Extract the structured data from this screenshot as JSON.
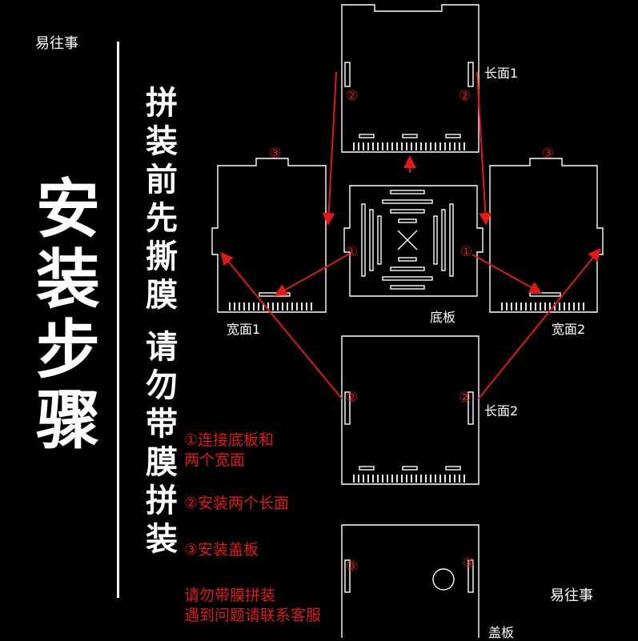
{
  "brand": "易往事",
  "title_chars": [
    "安",
    "装",
    "步",
    "骤"
  ],
  "notice_col1": [
    "拼",
    "装",
    "前",
    "先",
    "撕",
    "膜"
  ],
  "notice_col2": [
    "请",
    "勿",
    "带",
    "膜",
    "拼",
    "装"
  ],
  "steps": {
    "s1_line1": "①连接底板和",
    "s1_line2": "两个宽面",
    "s2": "②安装两个长面",
    "s3": "③安装盖板",
    "warn1": "请勿带膜拼装",
    "warn2": "遇到问题请联系客服"
  },
  "panels": {
    "long1": "长面1",
    "long2": "长面2",
    "wide1": "宽面1",
    "wide2": "宽面2",
    "base": "底板",
    "lid": "盖板"
  },
  "markers": {
    "m1": "①",
    "m2": "②",
    "m3": "③"
  },
  "colors": {
    "accent": "#e01818",
    "line": "#ffffff",
    "background": "#000000"
  }
}
